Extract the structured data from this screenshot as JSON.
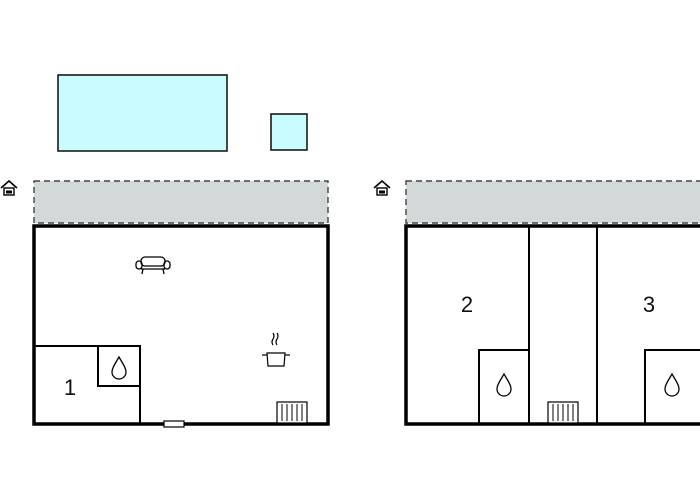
{
  "colors": {
    "pool": "#c9fbff",
    "terrace": "#d3d9d9",
    "wall": "#000000",
    "background": "#ffffff"
  },
  "icons": {
    "entrance": "house-entrance-icon",
    "sofa": "sofa-icon",
    "cooking": "cooking-pot-icon",
    "water": "water-drop-icon",
    "radiator": "radiator-icon"
  },
  "rooms": {
    "left_floor_room": "1",
    "right_floor_room_a": "2",
    "right_floor_room_b": "3"
  }
}
